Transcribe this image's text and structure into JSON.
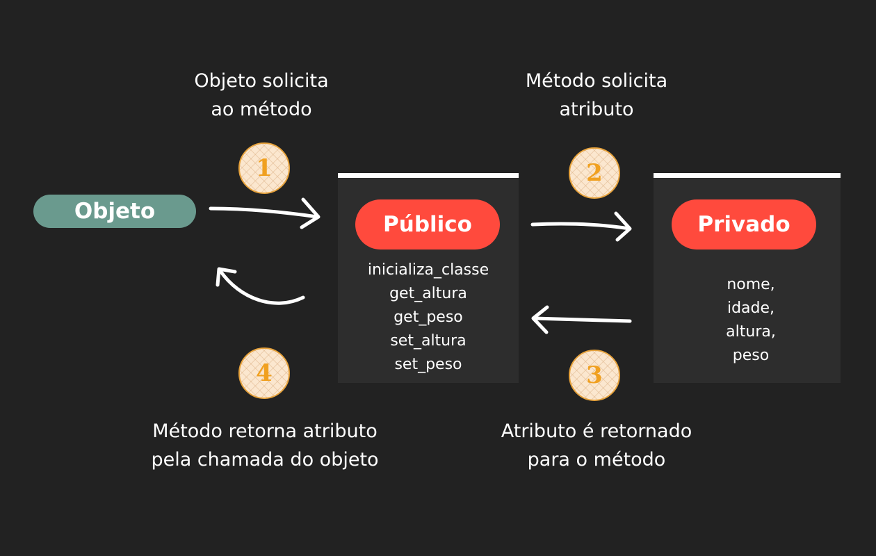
{
  "nodes": {
    "objeto": "Objeto",
    "publico": "Público",
    "privado": "Privado"
  },
  "publico_methods": [
    "inicializa_classe",
    "get_altura",
    "get_peso",
    "set_altura",
    "set_peso"
  ],
  "privado_attributes": [
    "nome,",
    "idade,",
    "altura,",
    "peso"
  ],
  "steps": [
    {
      "number": "1",
      "caption": [
        "Objeto solicita",
        "ao método"
      ]
    },
    {
      "number": "2",
      "caption": [
        "Método solicita",
        "atributo"
      ]
    },
    {
      "number": "3",
      "caption": [
        "Atributo é retornado",
        "para o método"
      ]
    },
    {
      "number": "4",
      "caption": [
        "Método retorna atributo",
        "pela chamada do objeto"
      ]
    }
  ],
  "colors": {
    "background": "#222222",
    "objeto": "#6a9a8e",
    "red_pill": "#ff4a3d",
    "panel": "#2d2d2d",
    "badge": "#fbe7cf",
    "badge_number": "#f0a020"
  }
}
